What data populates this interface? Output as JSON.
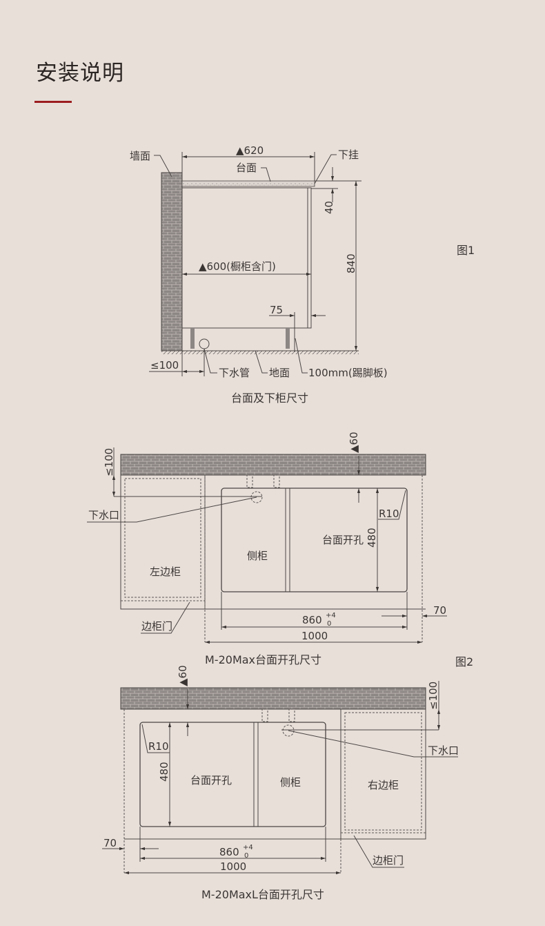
{
  "header": {
    "title": "安装说明",
    "accent_color": "#9b1c1f"
  },
  "fig1": {
    "figure_label": "图1",
    "wall": "墙面",
    "countertop": "台面",
    "overhang": "下挂",
    "width_620": "▲620",
    "height_40": "40",
    "height_840": "840",
    "depth_600": "▲600(橱柜含门)",
    "dim_75": "75",
    "dim_100": "≤100",
    "drain_pipe": "下水管",
    "floor": "地面",
    "kickboard": "100mm(踢脚板)",
    "caption": "台面及下柜尺寸"
  },
  "fig2": {
    "figure_label": "图2",
    "top": {
      "dim_60": "▲60",
      "dim_100": "≤100",
      "drain": "下水口",
      "radius": "R10",
      "cutout": "台面开孔",
      "dim_480": "480",
      "side_cabinet": "侧柜",
      "left_cabinet": "左边柜",
      "cabinet_door": "边柜门",
      "dim_860": "860",
      "tol_plus": "+4",
      "tol_minus": "0",
      "dim_70": "70",
      "dim_1000": "1000",
      "caption": "M-20Max台面开孔尺寸"
    },
    "bottom": {
      "dim_60": "▲60",
      "dim_100": "≤100",
      "drain": "下水口",
      "radius": "R10",
      "cutout": "台面开孔",
      "dim_480": "480",
      "side_cabinet": "侧柜",
      "right_cabinet": "右边柜",
      "cabinet_door": "边柜门",
      "dim_860": "860",
      "tol_plus": "+4",
      "tol_minus": "0",
      "dim_70": "70",
      "dim_1000": "1000",
      "caption": "M-20MaxL台面开孔尺寸"
    }
  }
}
